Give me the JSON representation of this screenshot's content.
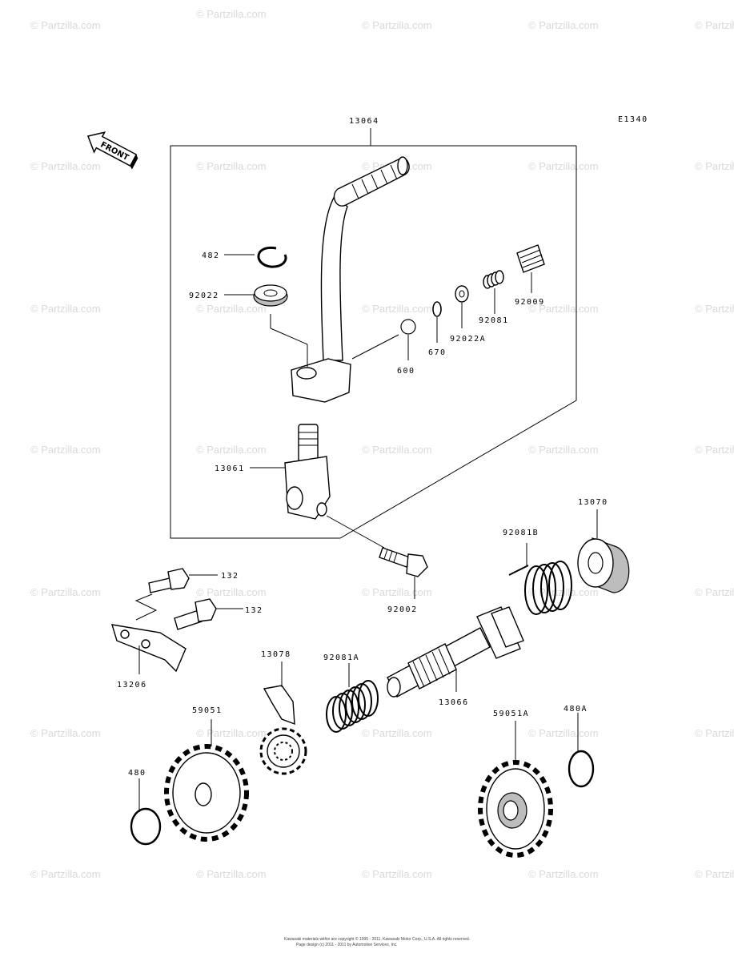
{
  "diagram_code": "E1340",
  "front_label": "FRONT",
  "watermark": "© Partzilla.com",
  "footer": {
    "line1": "Kawasaki materials within are copyright © 1995 - 2011, Kawasaki Motor Corp., U.S.A. All rights reserved.",
    "line2": "Page design (c) 2011 - 2011 by Automotive Services, Inc."
  },
  "parts": {
    "p13064": "13064",
    "p482": "482",
    "p92022": "92022",
    "p92009": "92009",
    "p92081": "92081",
    "p92022A": "92022A",
    "p670": "670",
    "p600": "600",
    "p13061": "13061",
    "p13070": "13070",
    "p92081B": "92081B",
    "p132a": "132",
    "p132b": "132",
    "p13206": "13206",
    "p92002": "92002",
    "p13078": "13078",
    "p92081A": "92081A",
    "p13066": "13066",
    "p59051": "59051",
    "p59051A": "59051A",
    "p480A": "480A",
    "p480": "480"
  }
}
